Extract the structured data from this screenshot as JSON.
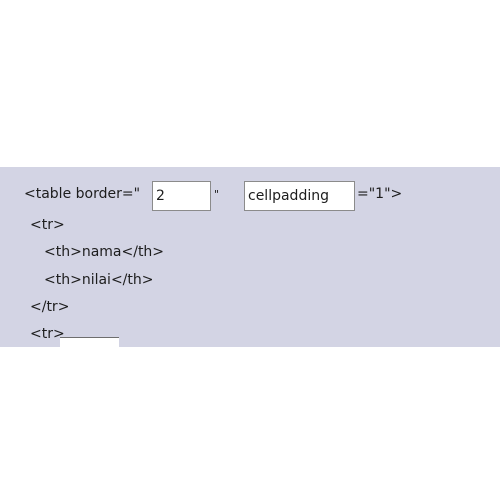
{
  "code": {
    "line1_prefix": "<table border=\"",
    "border_value": "2",
    "quote_close": "\"",
    "attr_value": "cellpadding",
    "attr_suffix": "=\"1\">",
    "line2": "<tr>",
    "line3": "<th>nama</th>",
    "line4": "<th>nilai</th>",
    "line5": "</tr>",
    "line6": "<tr>"
  },
  "colors": {
    "panel_background": "#d3d4e4",
    "text": "#1d1d1d",
    "input_border": "#8b8b8b"
  }
}
